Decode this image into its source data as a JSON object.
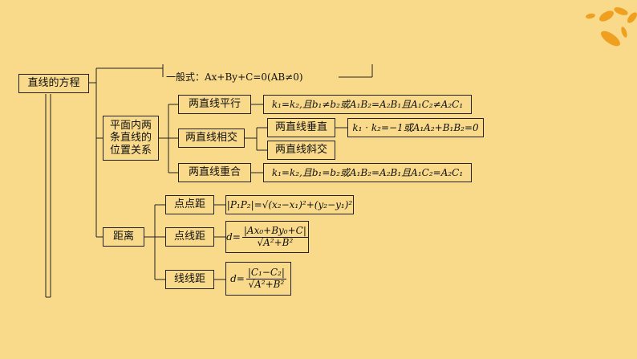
{
  "root": {
    "label": "直线的方程"
  },
  "general_form": {
    "label": "一般式：Ax+By+C=0(AB≠0)"
  },
  "position": {
    "label": "平面内两条直线的位置关系",
    "line1": "平面内两",
    "line2": "条直线的",
    "line3": "位置关系"
  },
  "parallel": {
    "label": "两直线平行",
    "formula": "k₁=k₂,且b₁≠b₂或A₁B₂=A₂B₁且A₁C₂≠A₂C₁"
  },
  "intersect": {
    "label": "两直线相交"
  },
  "perpendicular": {
    "label": "两直线垂直",
    "formula": "k₁ · k₂=−1或A₁A₂+B₁B₂=0"
  },
  "oblique": {
    "label": "两直线斜交"
  },
  "coincide": {
    "label": "两直线重合",
    "formula": "k₁=k₂,且b₁=b₂或A₁B₂=A₂B₁且A₁C₂=A₂C₁"
  },
  "distance": {
    "label": "距离"
  },
  "point_point": {
    "label": "点点距",
    "formula": "|P₁P₂|=√(x₂−x₁)²+(y₂−y₁)²"
  },
  "point_line": {
    "label": "点线距",
    "lhs": "d=",
    "numerator": "|Ax₀+By₀+C|",
    "denominator": "√A²+B²"
  },
  "line_line": {
    "label": "线线距",
    "lhs": "d=",
    "numerator": "|C₁−C₂|",
    "denominator": "√A²+B²"
  },
  "colors": {
    "background": "#f9d98a",
    "line": "#222222",
    "leaf": "#f0a020"
  }
}
